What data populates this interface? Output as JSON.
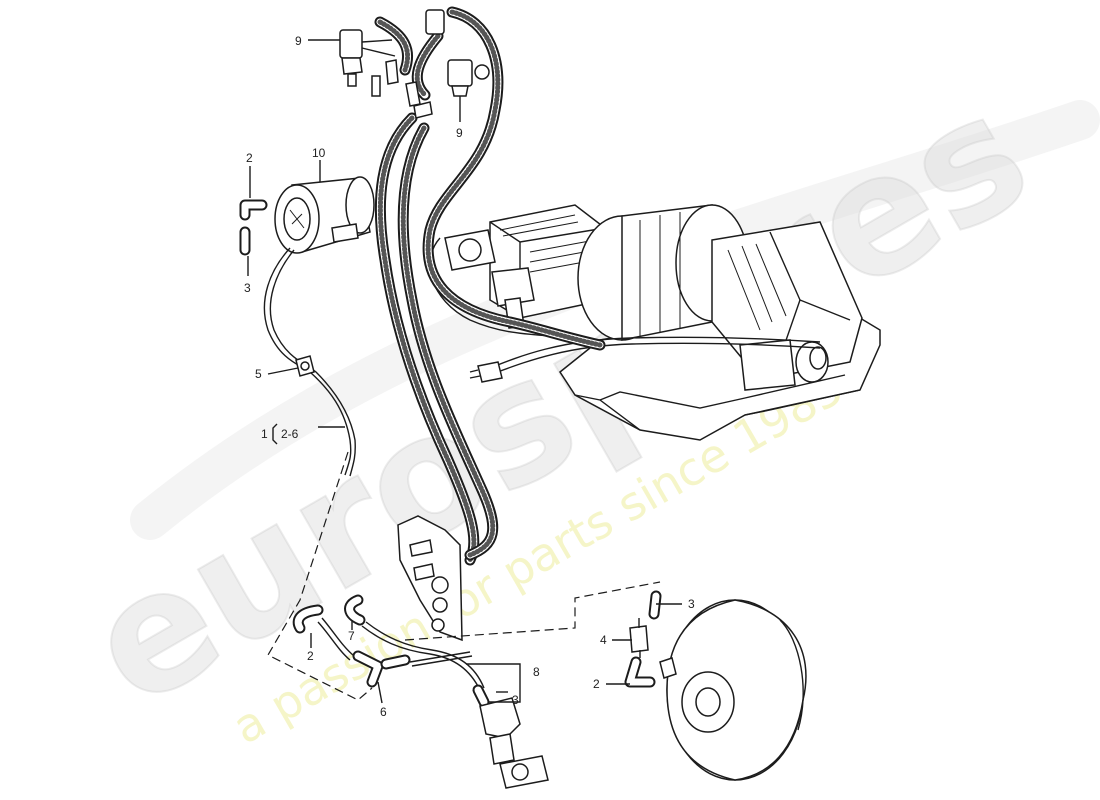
{
  "watermark": {
    "brand": "eurospares",
    "tagline": "a passion for parts since 1985"
  },
  "callouts": [
    {
      "id": "c9a",
      "label": "9"
    },
    {
      "id": "c9b",
      "label": "9"
    },
    {
      "id": "c10",
      "label": "10"
    },
    {
      "id": "c2a",
      "label": "2"
    },
    {
      "id": "c3a",
      "label": "3"
    },
    {
      "id": "c5",
      "label": "5"
    },
    {
      "id": "c1",
      "label": "1"
    },
    {
      "id": "c1range",
      "label": "2-6"
    },
    {
      "id": "c7",
      "label": "7"
    },
    {
      "id": "c2b",
      "label": "2"
    },
    {
      "id": "c6",
      "label": "6"
    },
    {
      "id": "c8",
      "label": "8"
    },
    {
      "id": "c3b",
      "label": "3"
    },
    {
      "id": "c3c",
      "label": "3"
    },
    {
      "id": "c4",
      "label": "4"
    },
    {
      "id": "c2c",
      "label": "2"
    }
  ]
}
